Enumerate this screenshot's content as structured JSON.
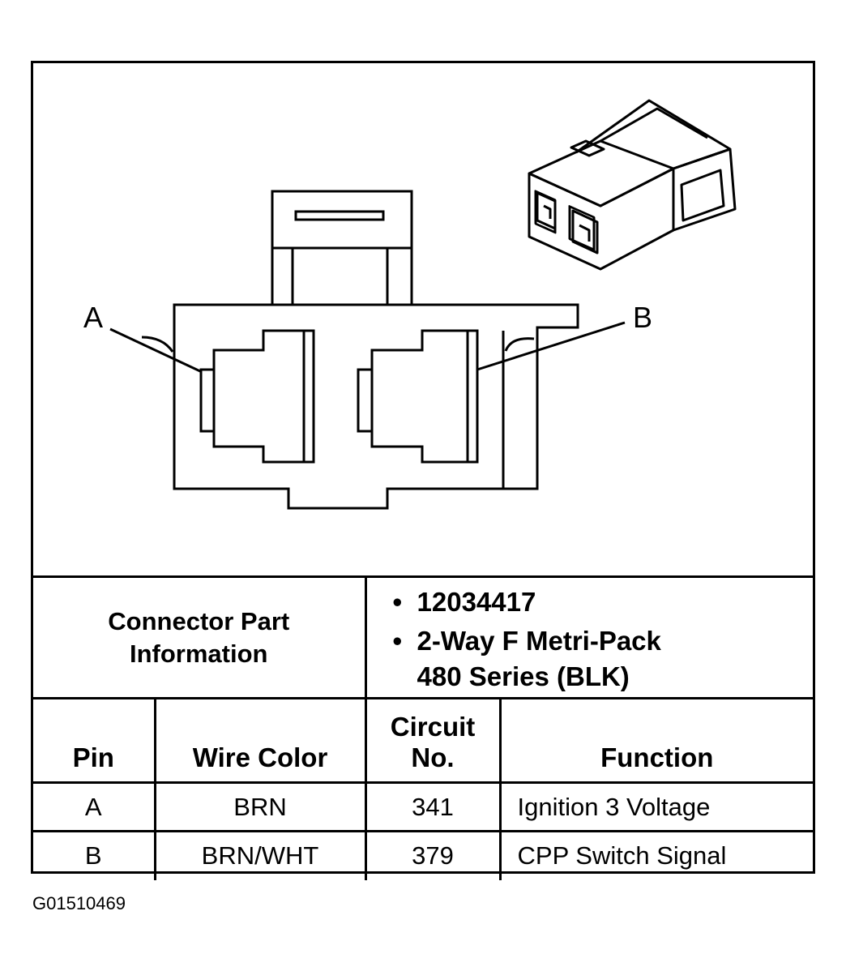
{
  "connector": {
    "pin_a_label": "A",
    "pin_b_label": "B",
    "info_title_line1": "Connector Part",
    "info_title_line2": "Information",
    "part_number": "12034417",
    "description_line1": "2-Way F Metri-Pack",
    "description_line2": "480 Series (BLK)"
  },
  "table": {
    "headers": {
      "pin": "Pin",
      "wire_color": "Wire Color",
      "circuit_line1": "Circuit",
      "circuit_line2": "No.",
      "function": "Function"
    },
    "rows": [
      {
        "pin": "A",
        "wire_color": "BRN",
        "circuit": "341",
        "function": "Ignition 3 Voltage"
      },
      {
        "pin": "B",
        "wire_color": "BRN/WHT",
        "circuit": "379",
        "function": "CPP Switch Signal"
      }
    ]
  },
  "figure_code": "G01510469"
}
